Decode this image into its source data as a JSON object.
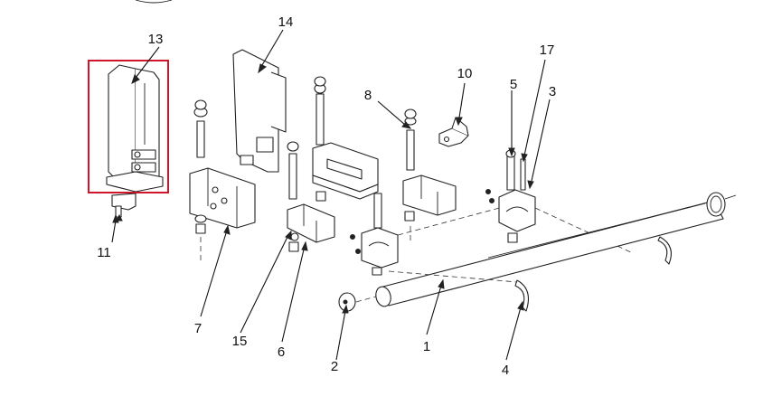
{
  "diagram": {
    "callouts": [
      {
        "id": "1",
        "text": "1"
      },
      {
        "id": "2",
        "text": "2"
      },
      {
        "id": "3",
        "text": "3"
      },
      {
        "id": "4",
        "text": "4"
      },
      {
        "id": "5",
        "text": "5"
      },
      {
        "id": "6",
        "text": "6"
      },
      {
        "id": "7",
        "text": "7"
      },
      {
        "id": "8",
        "text": "8"
      },
      {
        "id": "10",
        "text": "10"
      },
      {
        "id": "11",
        "text": "11"
      },
      {
        "id": "13",
        "text": "13"
      },
      {
        "id": "14",
        "text": "14"
      },
      {
        "id": "15",
        "text": "15"
      },
      {
        "id": "17",
        "text": "17"
      }
    ],
    "highlight_color": "#d0142a",
    "line_color": "#222222"
  }
}
